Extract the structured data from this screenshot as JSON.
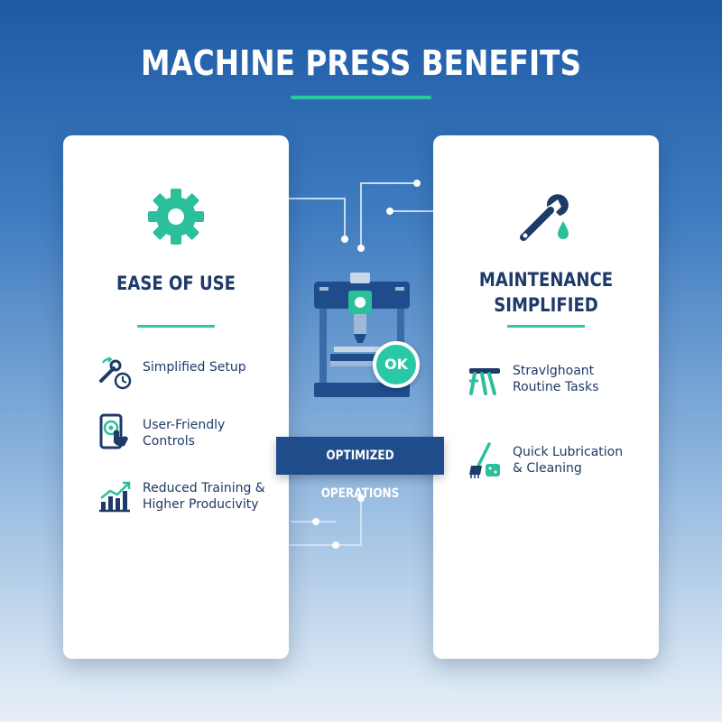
{
  "title": "MACHINE PRESS BENEFITS",
  "colors": {
    "accent": "#2bc8a6",
    "navy": "#1e3a68",
    "banner": "#1f4d8c"
  },
  "left_card": {
    "icon": "gear-icon",
    "heading": "EASE OF USE",
    "items": [
      {
        "icon": "setup-tools-icon",
        "label": "Simplified Setup"
      },
      {
        "icon": "touch-phone-icon",
        "label": "User-Friendly\nControls"
      },
      {
        "icon": "growth-chart-icon",
        "label": "Reduced Training &\nHigher Producivity"
      }
    ]
  },
  "right_card": {
    "icon": "wrench-drop-icon",
    "heading": "MAINTENANCE\nSIMPLIFIED",
    "items": [
      {
        "icon": "tool-stand-icon",
        "label": "Stravlghoant\nRoutine Tasks"
      },
      {
        "icon": "brush-sponge-icon",
        "label": "Quick Lubrication\n& Cleaning"
      }
    ]
  },
  "center": {
    "machine_icon": "press-machine-icon",
    "badge": "OK",
    "banner": "OPTIMIZED OPERATIONS"
  }
}
